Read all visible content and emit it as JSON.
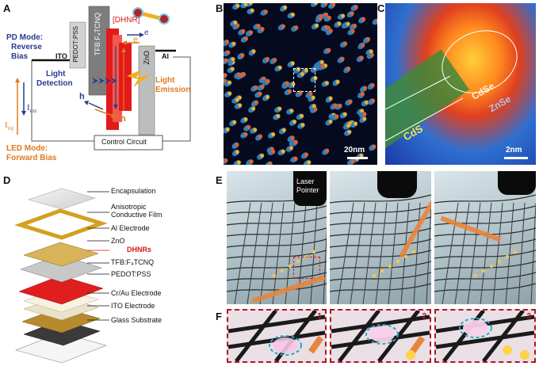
{
  "panels": {
    "A": {
      "letter": "A",
      "pd_mode": "PD Mode:",
      "reverse_bias": "Reverse",
      "bias": "Bias",
      "pedot": "PEDOT",
      "pss": ":PSS",
      "ito": "ITO",
      "tfb": "TFB:F₄TCNQ",
      "dhnr": "[DHNR]",
      "zno": "ZnO",
      "al": "Al",
      "electron": "e",
      "hole": "h",
      "light_detection_1": "Light",
      "light_detection_2": "Detection",
      "light_emission_1": "Light",
      "light_emission_2": "Emission",
      "i_inj": "I",
      "i_inj_sub": "inj",
      "i_ext": "I",
      "i_ext_sub": "ext",
      "led_mode": "LED Mode:",
      "forward_bias": "Forward Bias",
      "control_circuit": "Control Circuit"
    },
    "B": {
      "letter": "B",
      "scale": "20nm"
    },
    "C": {
      "letter": "C",
      "cdse": "CdSe",
      "znse": "ZnSe",
      "cds": "CdS",
      "scale": "2nm"
    },
    "D": {
      "letter": "D",
      "layers": [
        "Encapsulation",
        "Anisotropic",
        "Conductive Film",
        "Al Electrode",
        "ZnO",
        "DHNRs",
        "TFB:F₄TCNQ",
        "PEDOT:PSS",
        "Cr/Au Electrode",
        "ITO Electrode",
        "Glass Substrate"
      ]
    },
    "E": {
      "letter": "E",
      "laser_1": "Laser",
      "laser_2": "Pointer"
    },
    "F": {
      "letter": "F",
      "frames": [
        "1",
        "2",
        "3"
      ]
    }
  },
  "colors": {
    "navy": "#2b3a8c",
    "orange": "#e07a1f",
    "red": "#d7191c",
    "zno_gray": "#b8b8b8"
  }
}
